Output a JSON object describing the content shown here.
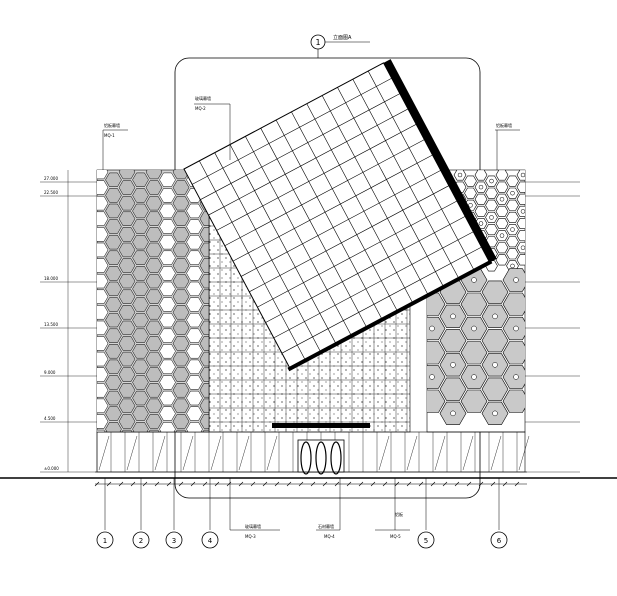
{
  "colors": {
    "line": "#000000",
    "hex_fill": "#bdbdbd",
    "hex_fill_right": "#c9c9c9",
    "background": "#ffffff"
  },
  "drawing": {
    "section_symbol": "1",
    "top_note": "立面图A",
    "notes": {
      "left_top_leader": "铝板幕墙",
      "left_top_leader_sub": "MQ-1",
      "roof_leader": "玻璃幕墙",
      "roof_leader_sub": "MQ-2",
      "right_top_leader": "铝板幕墙",
      "bottom_left_leader": "玻璃幕墙",
      "bottom_left_leader_sub": "MQ-3",
      "bottom_mid_leader": "石材幕墙",
      "bottom_mid_leader_sub": "MQ-4",
      "bottom_right_leader": "铝板",
      "bottom_right_leader_sub": "MQ-5"
    },
    "levels": [
      "±0.000",
      "4.500",
      "9.000",
      "13.500",
      "18.000",
      "22.500",
      "27.000"
    ],
    "axis_labels": [
      "1",
      "2",
      "3",
      "4",
      "5",
      "6"
    ]
  }
}
